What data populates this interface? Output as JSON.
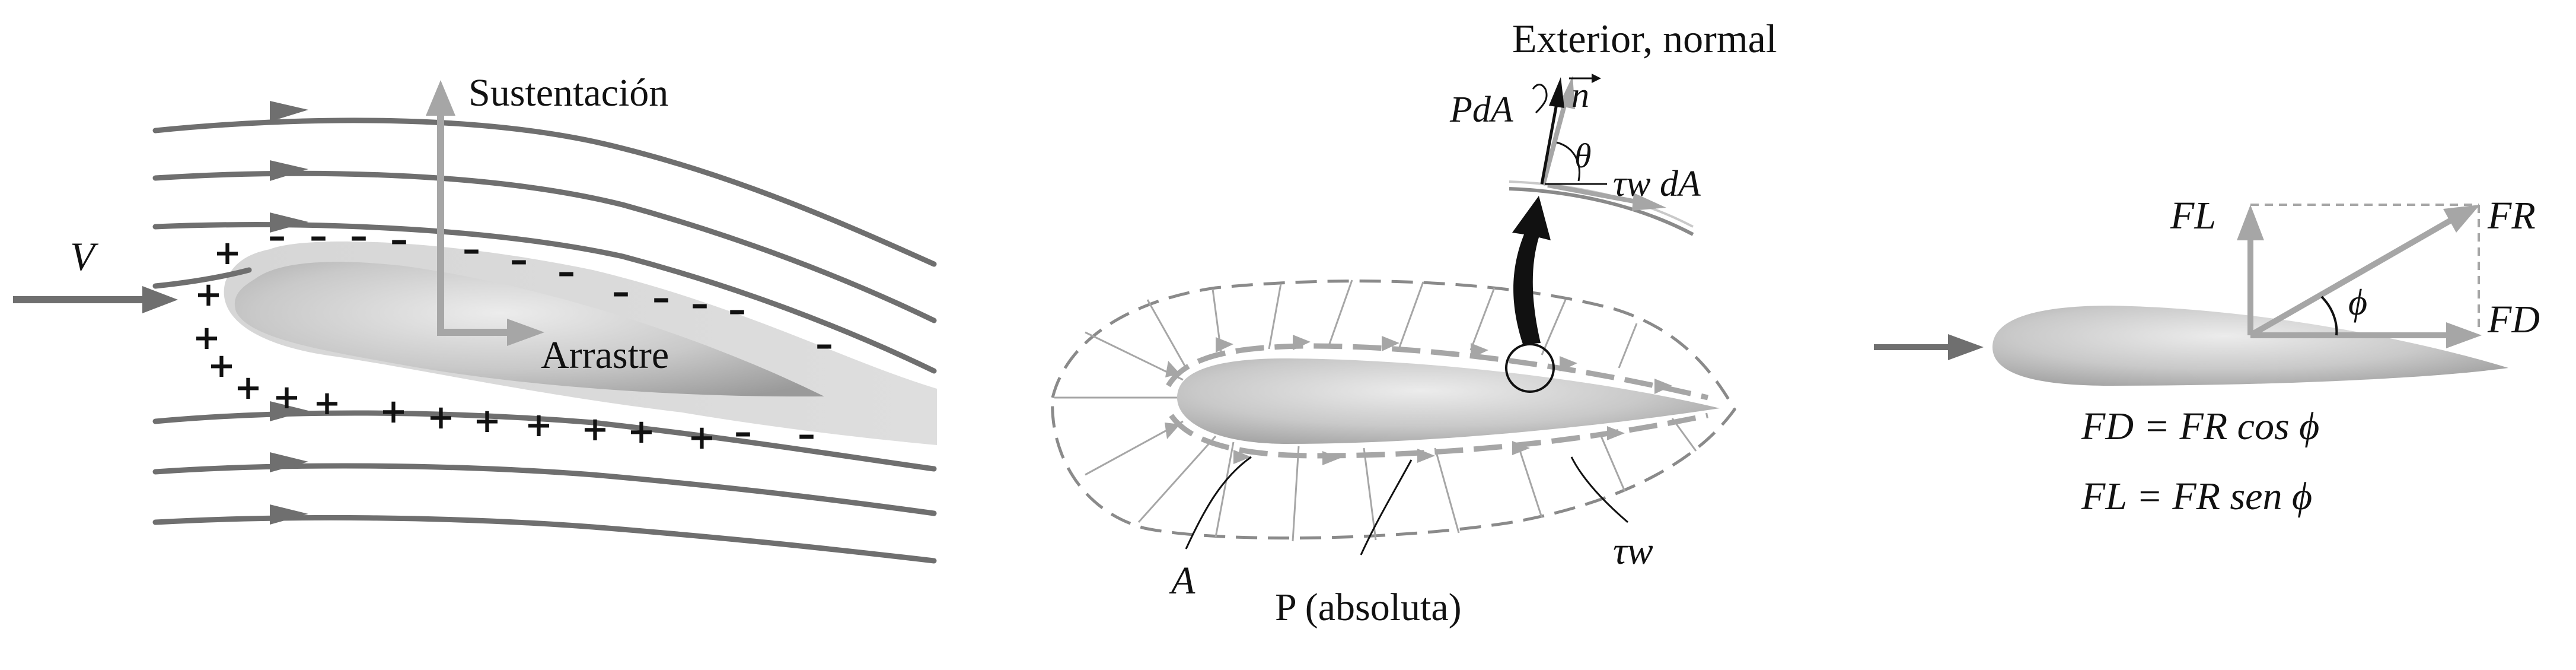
{
  "colors": {
    "streamline": "#6f6f6f",
    "arrow_gray": "#a6a6a6",
    "body_light": "#dadada",
    "body_mid": "#bdbdbd",
    "text": "#111111"
  },
  "panel_left": {
    "velocity_label": "V",
    "lift_label": "Sustentación",
    "drag_label": "Arrastre",
    "plus_sign": "+",
    "minus_sign": "–"
  },
  "panel_middle": {
    "outward_normal_label": "Exterior, normal",
    "normal_vector_label": "n",
    "pressure_force_label": "PdA",
    "angle_label": "θ",
    "shear_force_label": "τw dA",
    "area_label": "A",
    "pressure_label": "P (absoluta)",
    "shear_label": "τw"
  },
  "panel_right": {
    "lift_force_label": "FL",
    "resultant_force_label": "FR",
    "drag_force_label": "FD",
    "angle_label": "ϕ",
    "equation_drag": "FD = FR cos ϕ",
    "equation_lift": "FL = FR sen ϕ"
  }
}
